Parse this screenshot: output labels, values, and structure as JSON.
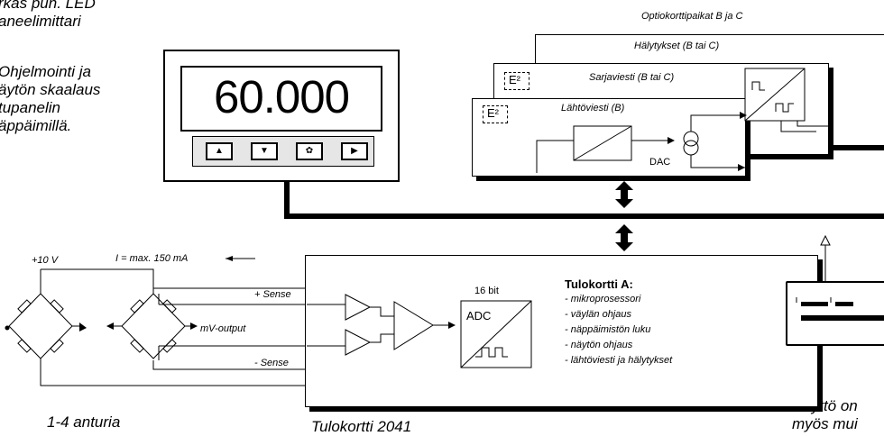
{
  "notes": {
    "top_left": "rkas pun. LED\naneelimittari",
    "programming": "Ohjelmointi ja\näytön skaalaus\ntupanelin\näppäimillä.",
    "sensors": "1-4 anturia",
    "input_card": "Tulokortti 2041",
    "display_other": "Näyttö on\nmyös mui"
  },
  "panel": {
    "display_value": "60.000",
    "keys": [
      {
        "name": "up",
        "glyph": "▲"
      },
      {
        "name": "down",
        "glyph": "▼"
      },
      {
        "name": "flower",
        "glyph": "✿"
      },
      {
        "name": "right",
        "glyph": "▶"
      }
    ]
  },
  "option_cards": {
    "title": "Optiokorttipaikat B  ja C",
    "alarms": "Hälytykset (B tai C)",
    "serial": "Sarjaviesti (B tai C)",
    "output": "Lähtöviesti  (B)",
    "eeprom": "E²",
    "dac": "DAC"
  },
  "sensor_circuit": {
    "supply": "+10 V",
    "current": "I = max. 150 mA",
    "sense_plus": "+ Sense",
    "sense_minus": "- Sense",
    "mv_output": "mV-output"
  },
  "input_board": {
    "bits": "16 bit",
    "adc": "ADC",
    "heading": "Tulokortti A:",
    "functions": [
      "- mikroprosessori",
      "- väylän ohjaus",
      "- näppäimistön luku",
      "- näytön ohjaus",
      "- lähtöviesti ja hälytykset"
    ]
  }
}
